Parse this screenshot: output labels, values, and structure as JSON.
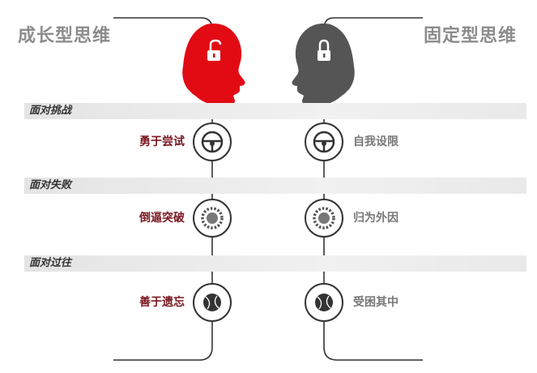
{
  "left": {
    "title": "成长型思维",
    "head_color": "#e20b14",
    "label_color": "#7a1720",
    "items": [
      "勇于尝试",
      "倒逼突破",
      "善于遗忘"
    ]
  },
  "right": {
    "title": "固定型思维",
    "head_color": "#555555",
    "label_color": "#777777",
    "items": [
      "自我设限",
      "归为外因",
      "受困其中"
    ]
  },
  "sections": [
    {
      "label": "面对挑战",
      "icon": "steering-wheel-icon"
    },
    {
      "label": "面对失败",
      "icon": "gear-icon"
    },
    {
      "label": "面对过往",
      "icon": "ball-icon"
    }
  ],
  "head_icons": {
    "left": "unlocked-padlock-icon",
    "right": "locked-padlock-icon"
  }
}
